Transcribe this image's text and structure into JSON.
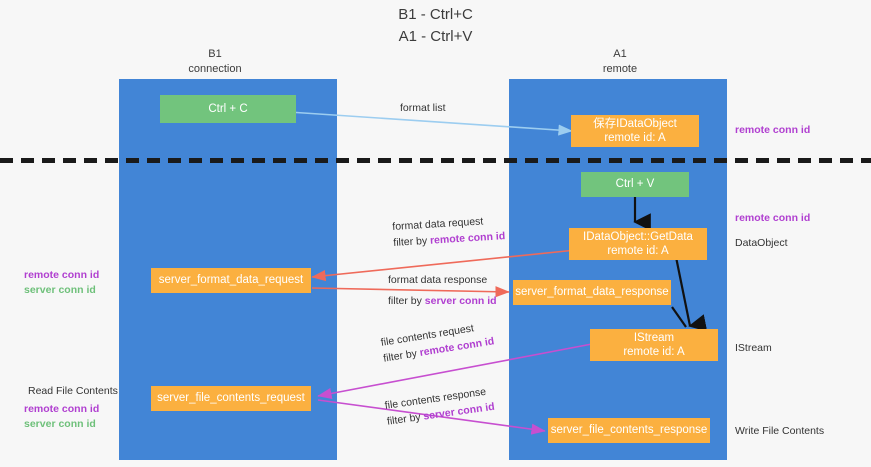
{
  "title": {
    "line1": "B1 - Ctrl+C",
    "line2": "A1 - Ctrl+V"
  },
  "columns": [
    {
      "name": "B1",
      "sub": "connection"
    },
    {
      "name": "A1",
      "sub": "remote"
    }
  ],
  "colors": {
    "lane": "#4285d6",
    "node_orange": "#fbb040",
    "node_green": "#72c47d",
    "purple": "#b03fd0",
    "green": "#6ec07a",
    "arrow_blue": "#9ccdf0",
    "arrow_red": "#ef6a5a",
    "arrow_magenta": "#c74fd0",
    "arrow_black": "#111111",
    "divider": "#1a1a1a"
  },
  "nodes": {
    "ctrl_c": "Ctrl + C",
    "ctrl_v": "Ctrl + V",
    "save_dataobject": {
      "line1": "保存IDataObject",
      "line2": "remote id: A"
    },
    "getdata": {
      "line1": "IDataObject::GetData",
      "line2": "remote id: A"
    },
    "istream": {
      "line1": "IStream",
      "line2": "remote id: A"
    },
    "server_format_data_request": "server_format_data_request",
    "server_format_data_response": "server_format_data_response",
    "server_file_contents_request": "server_file_contents_request",
    "server_file_contents_response": "server_file_contents_response"
  },
  "edges": {
    "format_list": {
      "line1": "format list",
      "line2": ""
    },
    "format_data_request": {
      "line1": "format data request",
      "prefix": "filter by ",
      "key": "remote conn id"
    },
    "format_data_response": {
      "line1": "format data response",
      "prefix": "filter by ",
      "key": "server conn id"
    },
    "file_contents_request": {
      "line1": "file contents request",
      "prefix": "filter by ",
      "key": "remote conn id"
    },
    "file_contents_response": {
      "line1": "file contents response",
      "prefix": "filter by ",
      "key": "server conn id"
    }
  },
  "annotations": {
    "right_remote_conn_id_top": "remote conn id",
    "right_remote_conn_id_mid": "remote conn id",
    "right_dataobject": "DataObject",
    "right_istream": "IStream",
    "right_write_file_contents": "Write File Contents",
    "left_read_file_contents": "Read File Contents",
    "left_keys_mid": {
      "remote": "remote conn id",
      "server": "server conn id"
    },
    "left_keys_low": {
      "remote": "remote conn id",
      "server": "server conn id"
    }
  }
}
